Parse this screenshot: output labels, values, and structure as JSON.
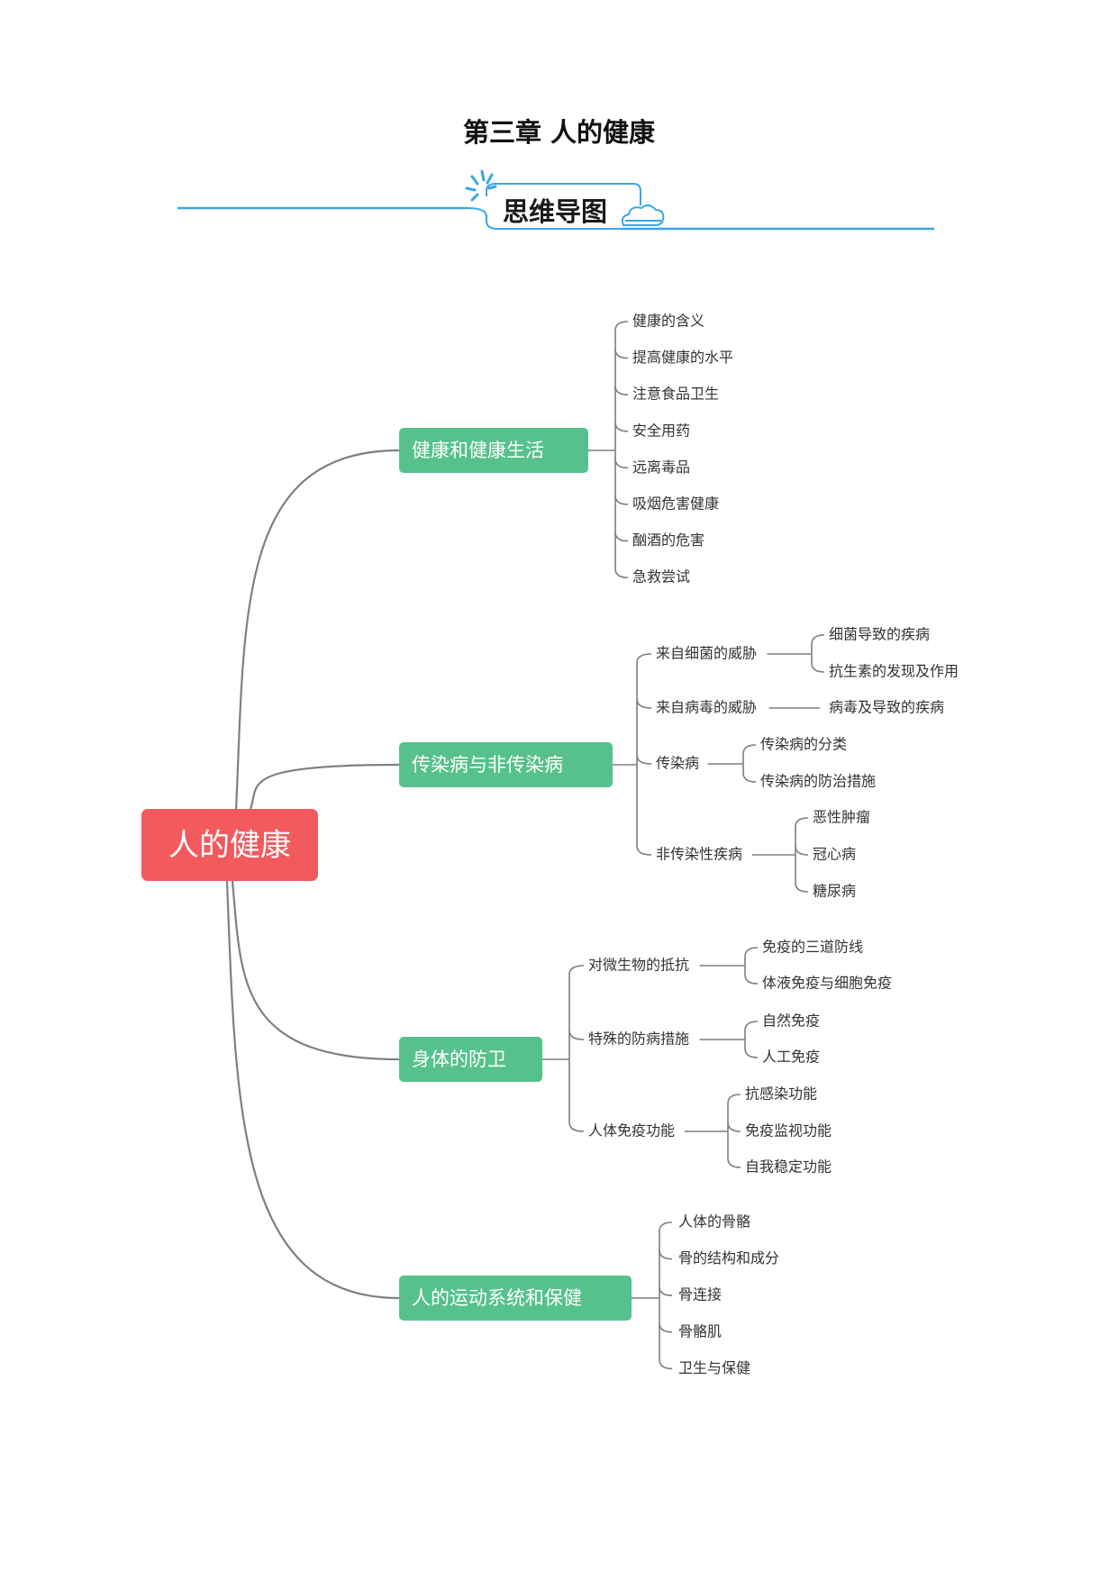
{
  "title": "第三章    人的健康",
  "banner": {
    "label": "思维导图"
  },
  "colors": {
    "root": "#f25a5e",
    "branch": "#56c18c",
    "line": "#7f7f7f",
    "accent": "#3aa6e8"
  },
  "mindmap": {
    "root": "人的健康",
    "branches": [
      {
        "label": "健康和健康生活",
        "children": [
          {
            "label": "健康的含义"
          },
          {
            "label": "提高健康的水平"
          },
          {
            "label": "注意食品卫生"
          },
          {
            "label": "安全用药"
          },
          {
            "label": "远离毒品"
          },
          {
            "label": "吸烟危害健康"
          },
          {
            "label": "酗酒的危害"
          },
          {
            "label": "急救尝试"
          }
        ]
      },
      {
        "label": "传染病与非传染病",
        "children": [
          {
            "label": "来自细菌的威胁",
            "children": [
              {
                "label": "细菌导致的疾病"
              },
              {
                "label": "抗生素的发现及作用"
              }
            ]
          },
          {
            "label": "来自病毒的威胁",
            "children": [
              {
                "label": "病毒及导致的疾病"
              }
            ]
          },
          {
            "label": "传染病",
            "children": [
              {
                "label": "传染病的分类"
              },
              {
                "label": "传染病的防治措施"
              }
            ]
          },
          {
            "label": "非传染性疾病",
            "children": [
              {
                "label": "恶性肿瘤"
              },
              {
                "label": "冠心病"
              },
              {
                "label": "糖尿病"
              }
            ]
          }
        ]
      },
      {
        "label": "身体的防卫",
        "children": [
          {
            "label": "对微生物的抵抗",
            "children": [
              {
                "label": "免疫的三道防线"
              },
              {
                "label": "体液免疫与细胞免疫"
              }
            ]
          },
          {
            "label": "特殊的防病措施",
            "children": [
              {
                "label": "自然免疫"
              },
              {
                "label": "人工免疫"
              }
            ]
          },
          {
            "label": "人体免疫功能",
            "children": [
              {
                "label": "抗感染功能"
              },
              {
                "label": "免疫监视功能"
              },
              {
                "label": "自我稳定功能"
              }
            ]
          }
        ]
      },
      {
        "label": "人的运动系统和保健",
        "children": [
          {
            "label": "人体的骨骼"
          },
          {
            "label": "骨的结构和成分"
          },
          {
            "label": "骨连接"
          },
          {
            "label": "骨骼肌"
          },
          {
            "label": "卫生与保健"
          }
        ]
      }
    ]
  }
}
